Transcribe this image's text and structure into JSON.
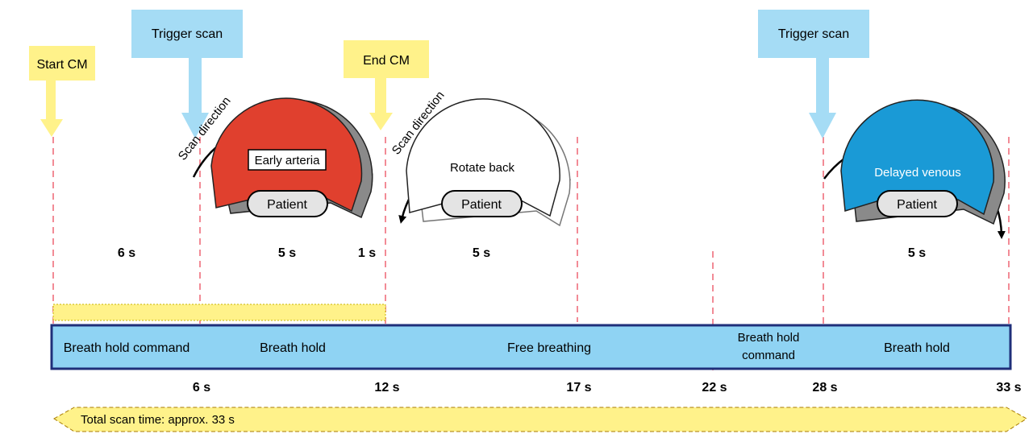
{
  "markers": [
    {
      "label": "Start CM",
      "color": "#fff28a"
    },
    {
      "label": "Trigger scan",
      "color": "#a5dcf5"
    },
    {
      "label": "End CM",
      "color": "#fff28a"
    },
    {
      "label": "Trigger scan",
      "color": "#a5dcf5"
    }
  ],
  "scan_direction_labels": [
    "Scan direction",
    "Scan direction"
  ],
  "gantries": [
    {
      "label": "Early arteria",
      "patient": "Patient",
      "color": "#e0402e"
    },
    {
      "label": "Rotate back",
      "patient": "Patient",
      "color": "#ffffff"
    },
    {
      "label": "Delayed venous",
      "patient": "Patient",
      "color": "#1a9ad6"
    }
  ],
  "durations": [
    "6 s",
    "5 s",
    "1 s",
    "5 s",
    "5 s"
  ],
  "phases": [
    "Breath hold command",
    "Breath hold",
    "Free breathing",
    "Breath hold",
    "command",
    "Breath hold"
  ],
  "ticks": [
    "6 s",
    "12 s",
    "17 s",
    "22 s",
    "28 s",
    "33 s"
  ],
  "total": "Total scan time: approx. 33 s",
  "colors": {
    "bar": "#8fd3f3",
    "bar_border": "#1f2f7a",
    "dashed": "#f28b96",
    "contrast": "#fff28a"
  }
}
